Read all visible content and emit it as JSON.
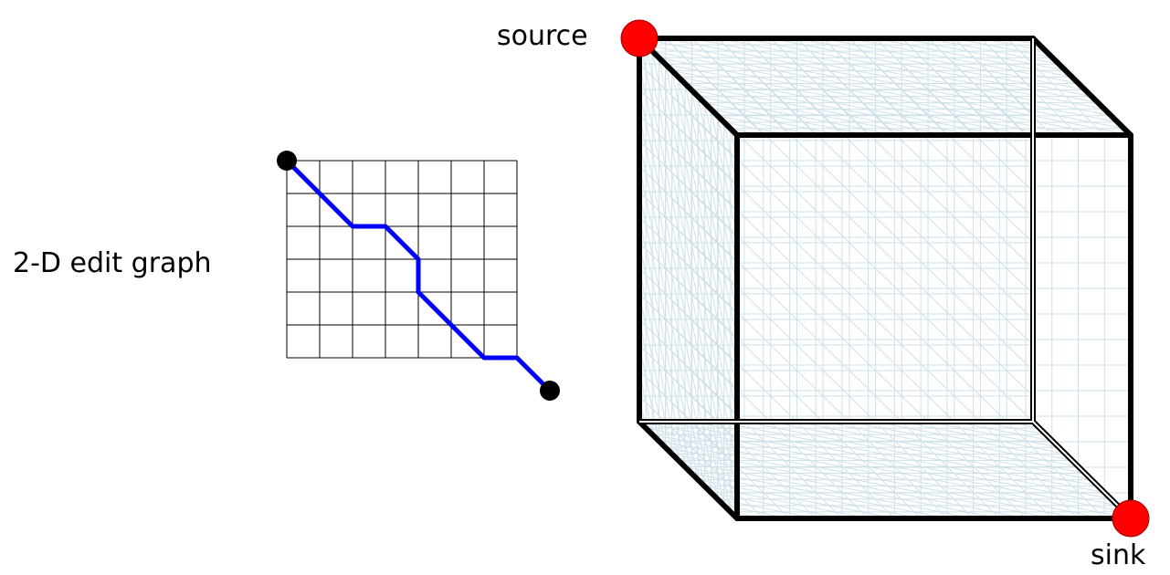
{
  "labels": {
    "edit_graph_2d": "2-D edit graph",
    "source": "source",
    "sink": "sink"
  },
  "edit_graph_2d": {
    "columns": 7,
    "rows": 6,
    "path_moves": [
      "diag",
      "diag",
      "right",
      "diag",
      "down",
      "diag",
      "diag",
      "right",
      "diag"
    ]
  },
  "cube_3d": {
    "grid_divisions": 15
  },
  "colors": {
    "background": "#ffffff",
    "grid_line": "#000000",
    "path": "#0000ff",
    "endpoint_2d": "#000000",
    "endpoint_3d": "#ff0000",
    "cube_edge": "#000000",
    "cube_mesh": "#cfe0e8"
  }
}
